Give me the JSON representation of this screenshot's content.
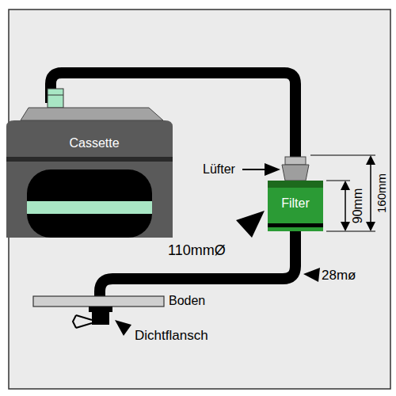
{
  "diagram": {
    "nodes": [
      {
        "text": [
          "Cassette"
        ]
      },
      {
        "text": [
          "Filter"
        ]
      }
    ],
    "edges": [
      {
        "from": 0,
        "to": 1,
        "arrow": "none"
      }
    ],
    "labels": [
      "Lüfter",
      "110mmØ",
      "90mm",
      "160mm",
      "28mø",
      "Boden",
      "Dichtflansch"
    ]
  }
}
